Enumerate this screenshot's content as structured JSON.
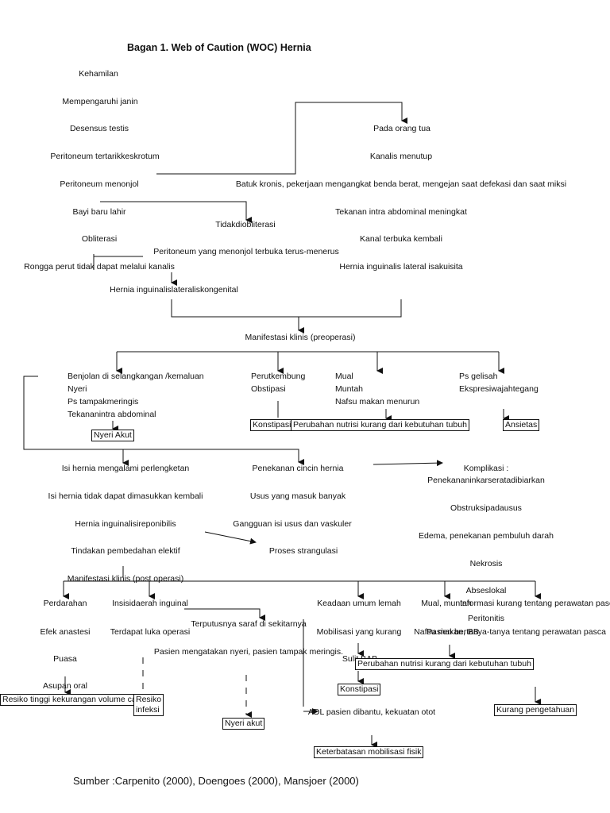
{
  "title": "Bagan 1.  Web of Caution (WOC) Hernia",
  "source": "Sumber :Carpenito (2000), Doengoes (2000), Mansjoer (2000)",
  "left_column": {
    "kehamilan": "Kehamilan",
    "mempengaruhi": "Mempengaruhi janin",
    "desensus": "Desensus testis",
    "tertarik": "Peritoneum tertarikkeskrotum",
    "menonjol": "Peritoneum menonjol",
    "bayi": "Bayi baru lahir",
    "obliterasi": "Obliterasi",
    "tidak_obliterasi": "Tidakdiobliterasi",
    "terbuka": "Peritoneum yang menonjol terbuka terus-menerus",
    "rongga": "Rongga perut tidak dapat melalui kanalis",
    "hernia_kongenital": "Hernia inguinalislateraliskongenital"
  },
  "right_column": {
    "orang_tua": "Pada orang tua",
    "kanalis": "Kanalis menutup",
    "batuk": "Batuk kronis, pekerjaan mengangkat benda berat, mengejan saat defekasi dan saat miksi",
    "tekanan": "Tekanan intra abdominal meningkat",
    "kanal": "Kanal terbuka kembali",
    "hernia_akuisita": "Hernia inguinalis lateral isakuisita"
  },
  "preop": {
    "header": "Manifestasi klinis (preoperasi)",
    "col1": [
      "Benjolan di selangkangan /kemaluan",
      "Nyeri",
      "Ps tampakmeringis",
      "Tekananintra abdominal"
    ],
    "col2": [
      "Perutkembung",
      "Obstipasi"
    ],
    "col3": [
      "Mual",
      "Muntah",
      "Nafsu makan menurun"
    ],
    "col4": [
      "Ps gelisah",
      "Ekspresiwajahtegang"
    ],
    "nyeri_akut": "Nyeri Akut",
    "konstipasi": "Konstipasi",
    "perubahan_nutrisi": "Perubahan nutrisi kurang dari kebutuhan tubuh",
    "ansietas": "Ansietas"
  },
  "middle": {
    "perlengketan": "Isi hernia mengalami perlengketan",
    "tidak_dimasukkan": "Isi hernia tidak dapat dimasukkan kembali",
    "ireponibilis": "Hernia inguinalisireponibilis",
    "tindakan": "Tindakan pembedahan elektif",
    "penekanan": "Penekanan cincin hernia",
    "usus": "Usus yang masuk banyak",
    "gangguan": "Gangguan isi usus dan vaskuler",
    "strangulasi": "Proses strangulasi",
    "komplikasi_label": "Komplikasi :",
    "komplikasi": [
      "Penekananinkarseratadibiarkan",
      "Obstruksipadausus",
      "Edema, penekanan pembuluh darah",
      "Nekrosis",
      "Abseslokal",
      "Peritonitis"
    ]
  },
  "postop": {
    "header": "Manifestasi klinis (post operasi)",
    "perdarahan": "Perdarahan",
    "efek_anestesi": "Efek anastesi",
    "puasa": "Puasa",
    "asupan": "Asupan oral",
    "resiko_volume": "Resiko tinggi kekurangan volume cairan",
    "resiko_infeksi_1": "Resiko",
    "resiko_infeksi_2": "infeksi",
    "insisi": "Insisidaerah inguinal",
    "luka": "Terdapat luka operasi",
    "terputus": "Terputusnya saraf di sekitarnya",
    "pasien_nyeri": "Pasien mengatakan nyeri, pasien tampak meringis.",
    "nyeri_akut": "Nyeri akut",
    "keadaan_umum": "Keadaan umum lemah",
    "mobilisasi": "Mobilisasi yang kurang",
    "sulit_bab": "Sulit BAB",
    "konstipasi": "Konstipasi",
    "adl": "ADL pasien dibantu, kekuatan otot",
    "keterbatasan": "Keterbatasan mobilisasi fisik",
    "mual_muntah": "Mual, muntah",
    "nafsu": "Nafsu makan, BB",
    "perubahan_nutrisi": "Perubahan nutrisi kurang dari kebutuhan tubuh",
    "informasi": "Informasi kurang tentang perawatan pasca",
    "pasien_bertanya": "Pasien bertanya-tanya tentang perawatan pasca",
    "kurang_pengetahuan": "Kurang pengetahuan"
  }
}
